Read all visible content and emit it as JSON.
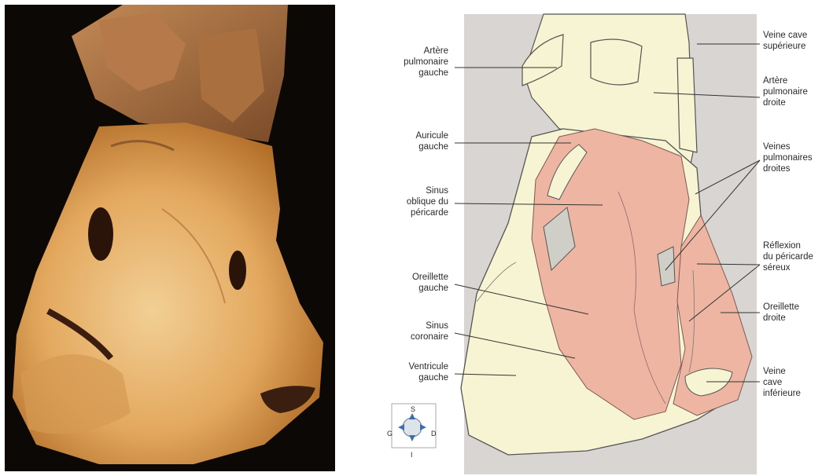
{
  "figure": {
    "labels": {
      "artere_pulmonaire_gauche": "Artère\npulmonaire\ngauche",
      "auricule_gauche": "Auricule\ngauche",
      "sinus_oblique": "Sinus\noblique du\npéricarde",
      "oreillette_gauche": "Oreillette\ngauche",
      "sinus_coronaire": "Sinus\ncoronaire",
      "ventricule_gauche": "Ventricule\ngauche",
      "veine_cave_superieure": "Veine cave\nsupérieure",
      "artere_pulmonaire_droite": "Artère\npulmonaire\ndroite",
      "veines_pulmonaires_droites": "Veines\npulmonaires\ndroites",
      "reflexion_pericarde": "Réflexion\ndu péricarde\nséreux",
      "oreillette_droite": "Oreillette\ndroite",
      "veine_cave_inferieure": "Veine\ncave\ninférieure"
    },
    "compass": {
      "s": "S",
      "i": "I",
      "g": "G",
      "d": "D"
    }
  },
  "colors": {
    "photo_bg": "#0b0806",
    "pericardium": "#e7b06e",
    "diagram_bg": "#d9d5d2",
    "heart_fill": "#f6f4d2",
    "atrium_pink": "#efb5a3",
    "line": "#3a3a3a"
  }
}
